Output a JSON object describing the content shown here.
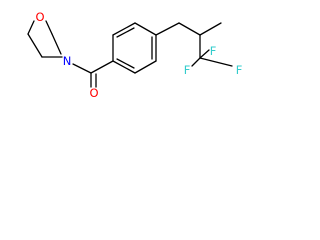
{
  "molecule": {
    "atoms": {
      "morpholine_oxygen": "O",
      "morpholine_nitrogen": "N",
      "carbonyl_oxygen": "O",
      "fluorine_top": "F",
      "fluorine_left": "F",
      "fluorine_right": "F"
    },
    "colors": {
      "bond": "#000000",
      "oxygen": "#ff0000",
      "nitrogen": "#0000ff",
      "fluorine": "#33cccc"
    }
  }
}
